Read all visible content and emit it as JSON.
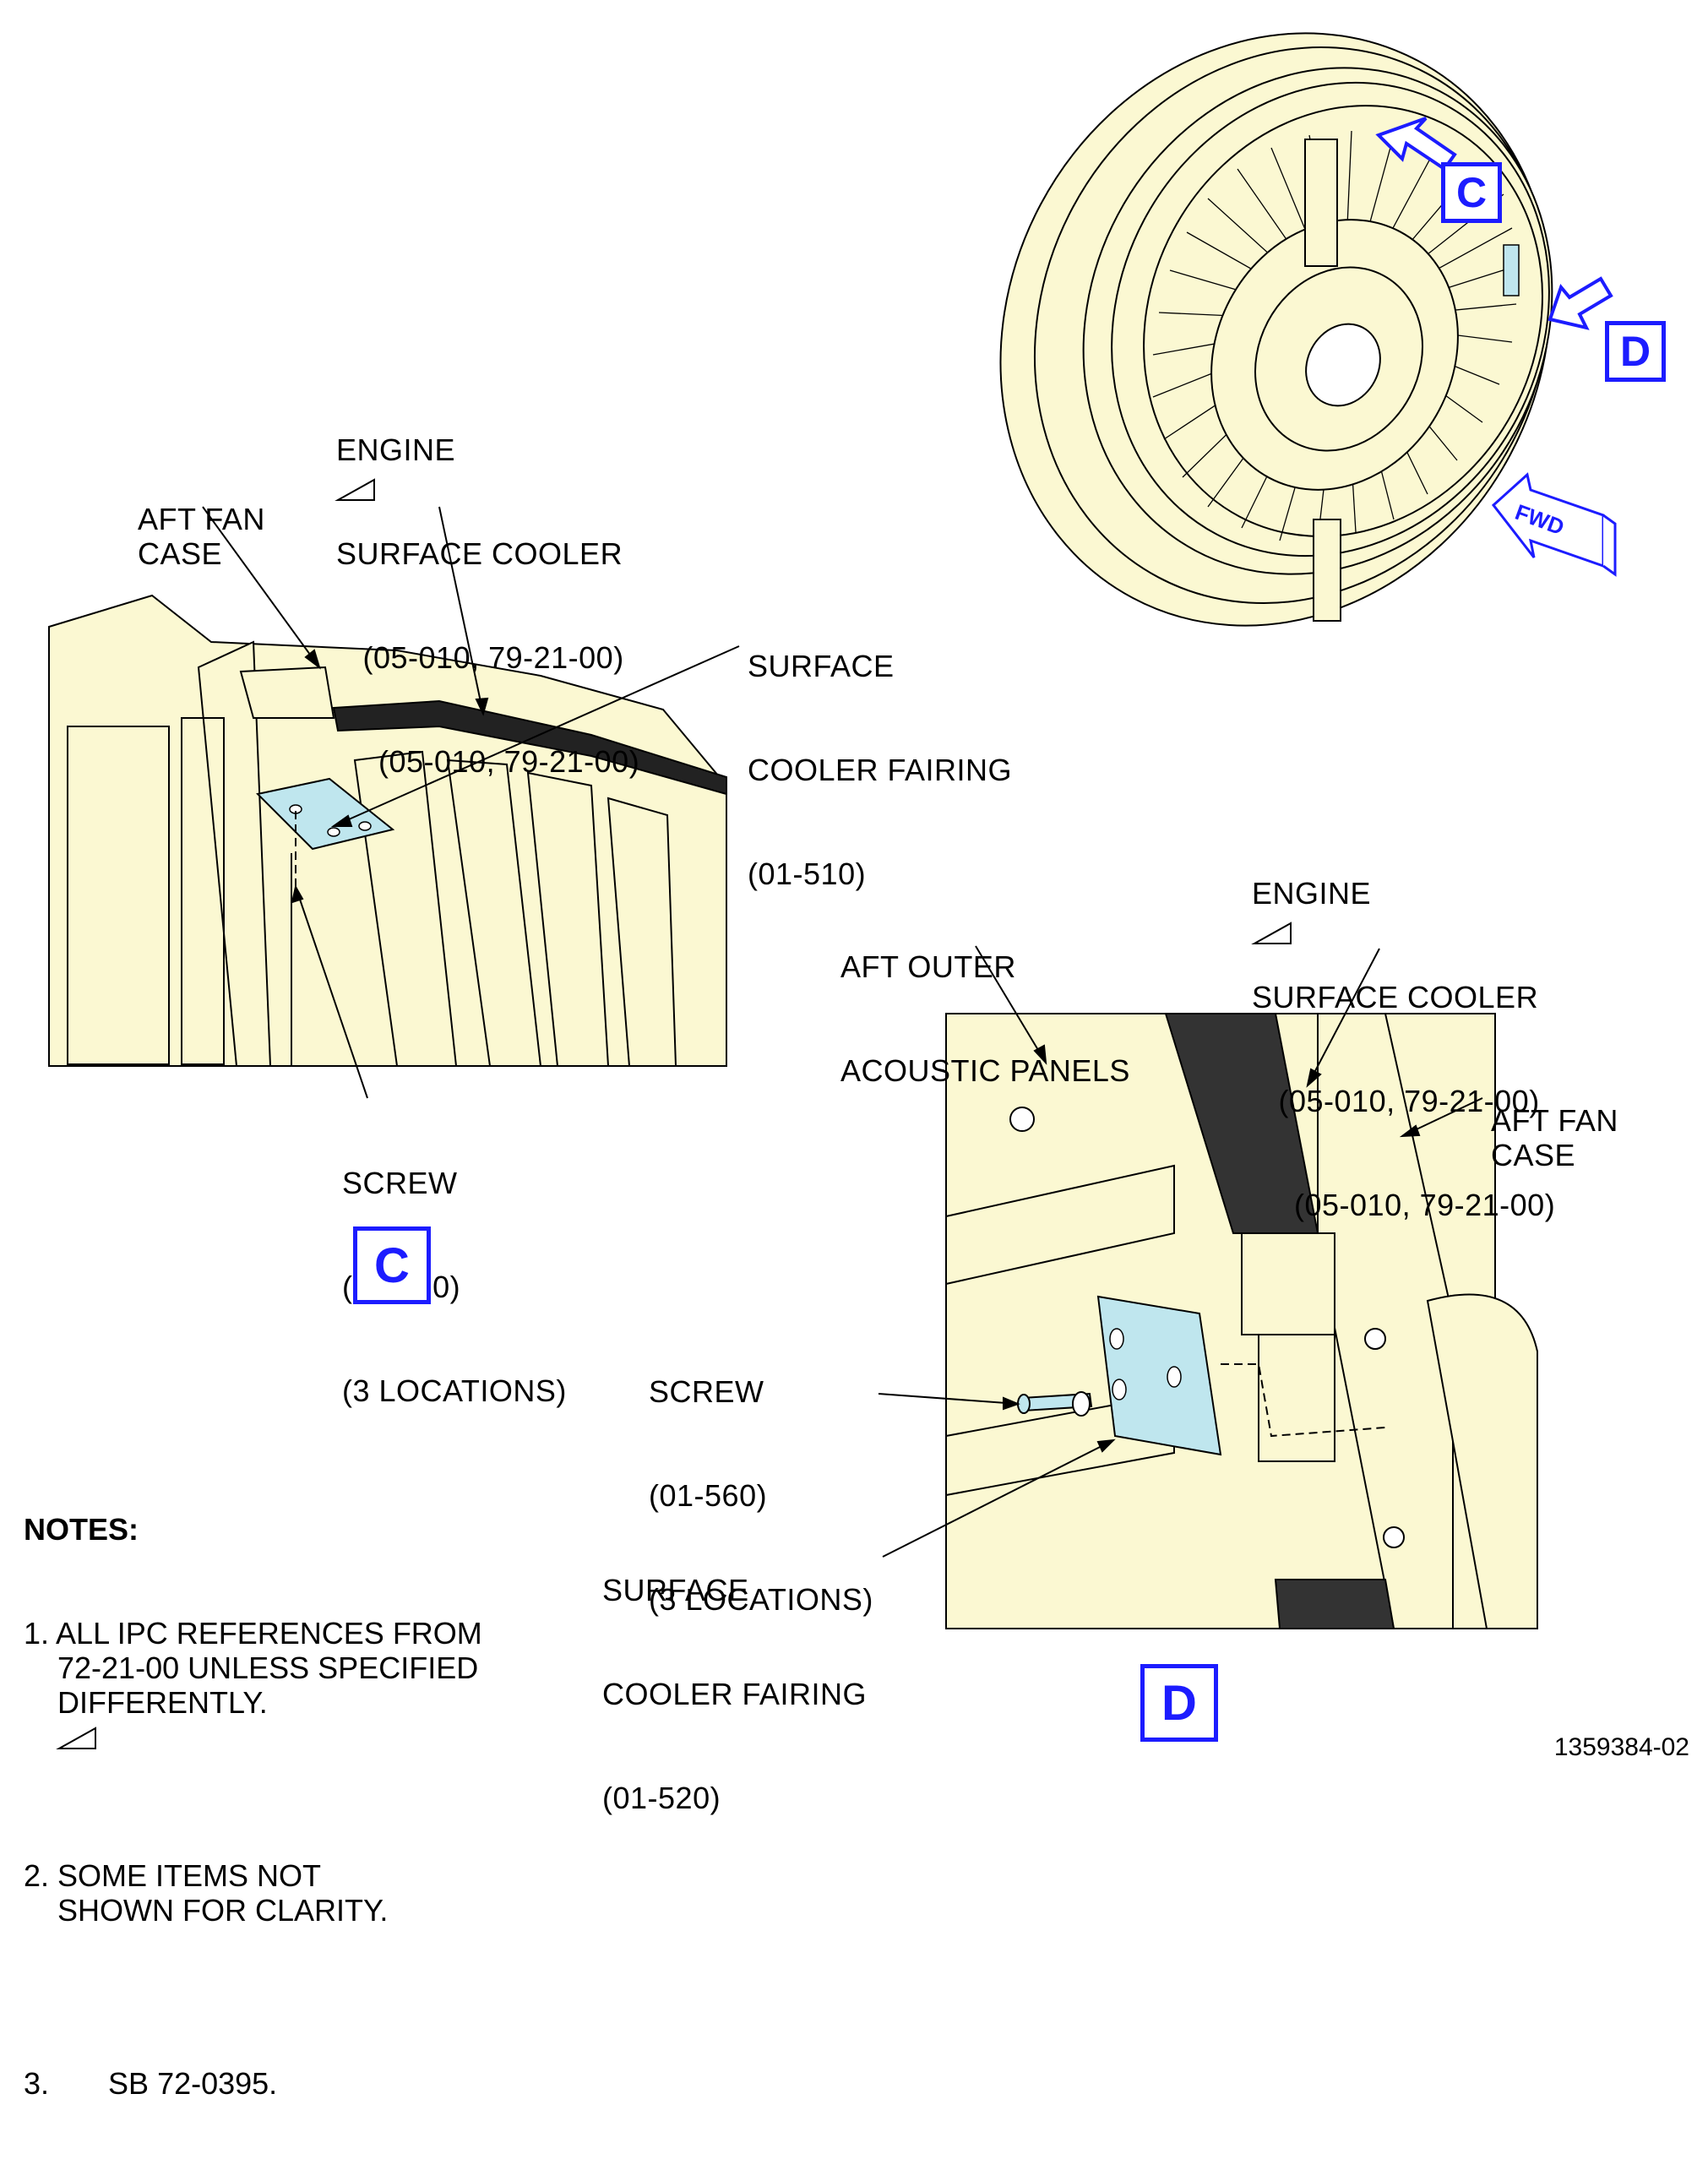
{
  "detail_c": {
    "view_label": "C",
    "labels": {
      "aft_fan_case": [
        "AFT FAN",
        "CASE"
      ],
      "engine_surface_cooler": [
        "ENGINE",
        "SURFACE COOLER",
        "   (05-010, 79-21-00)",
        "(05-010, 79-21-00)"
      ],
      "surface_cooler_fairing": [
        "SURFACE",
        "COOLER FAIRING",
        "(01-510)"
      ],
      "screw": [
        "SCREW",
        "(01-560)",
        "(3 LOCATIONS)"
      ]
    }
  },
  "detail_d": {
    "view_label": "D",
    "labels": {
      "aft_outer_acoustic_panels": [
        "AFT OUTER",
        "ACOUSTIC PANELS"
      ],
      "engine_surface_cooler": [
        "ENGINE",
        "SURFACE COOLER",
        "   (05-010, 79-21-00)",
        "(05-010, 79-21-00)"
      ],
      "aft_fan_case": [
        "AFT FAN",
        "CASE"
      ],
      "screw": [
        "SCREW",
        "(01-560)",
        "(3 LOCATIONS)"
      ],
      "surface_cooler_fairing": [
        "SURFACE",
        "COOLER FAIRING",
        "(01-520)"
      ]
    }
  },
  "overview": {
    "callout_c": "C",
    "callout_d": "D",
    "fwd_label": "FWD"
  },
  "notes": {
    "heading": "NOTES:",
    "items": [
      [
        "1. ALL IPC REFERENCES FROM",
        "    72-21-00 UNLESS SPECIFIED",
        "    DIFFERENTLY."
      ],
      [
        "2. SOME ITEMS NOT",
        "    SHOWN FOR CLARITY."
      ],
      [
        "3.       SB 72-0395."
      ]
    ]
  },
  "document_number": "1359384-02",
  "colors": {
    "part_fill": "#fbf8d2",
    "highlight": "#bfe6ee",
    "callout_blue": "#1c1cff",
    "line": "#000000"
  }
}
